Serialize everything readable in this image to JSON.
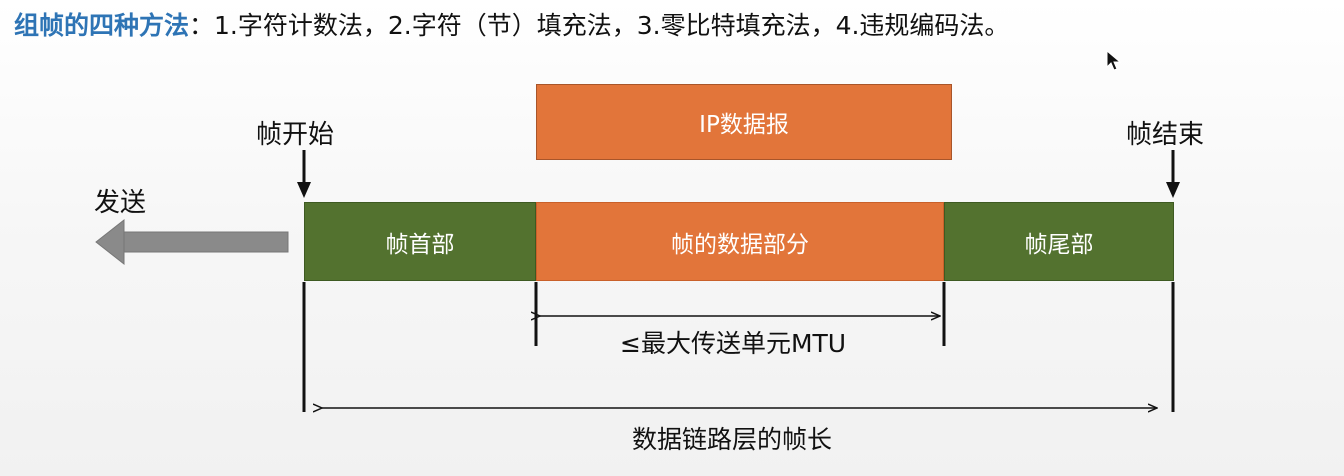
{
  "title": {
    "highlight": "组帧的四种方法",
    "rest": "：1.字符计数法，2.字符（节）填充法，3.零比特填充法，4.违规编码法。"
  },
  "diagram": {
    "ip_datagram": "IP数据报",
    "frame_start": "帧开始",
    "frame_end": "帧结束",
    "send": "发送",
    "frame_header": "帧首部",
    "frame_data": "帧的数据部分",
    "frame_trailer": "帧尾部",
    "mtu_label": "≤最大传送单元MTU",
    "frame_length": "数据链路层的帧长"
  },
  "colors": {
    "green": "#53722f",
    "orange": "#e2753a",
    "title_blue": "#2e74b5",
    "arrow_gray": "#8a8a8a"
  }
}
